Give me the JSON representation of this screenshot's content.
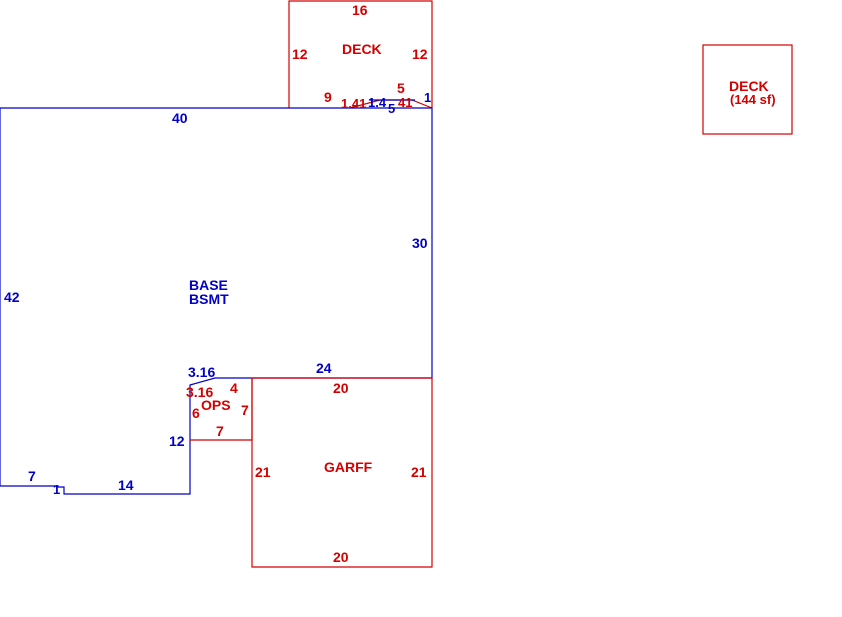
{
  "areas": {
    "basement": {
      "line1": "BASE",
      "line2": "BSMT"
    },
    "deck_top": {
      "name": "DECK"
    },
    "deck_side": {
      "name": "DECK",
      "area": "(144 sf)"
    },
    "ops": {
      "name": "OPS"
    },
    "garage": {
      "name": "GARFF"
    }
  },
  "dims": {
    "deck_top": "16",
    "deck_left": "12",
    "deck_right": "12",
    "deck_9": "9",
    "deck_5": "5",
    "deck_cluster": "1.41",
    "deck_cluster2": "1.4",
    "deck_cluster3": "5",
    "deck_cluster4": "41",
    "deck_1": "1",
    "base_top": "40",
    "base_right": "30",
    "base_left": "42",
    "base_bottom_right": "24",
    "base_316": "3.16",
    "base_12": "12",
    "base_7": "7",
    "base_1": "1",
    "base_14": "14",
    "ops_316": "3.16",
    "ops_4": "4",
    "ops_6": "6",
    "ops_7_right": "7",
    "ops_7_bottom": "7",
    "garage_top": "20",
    "garage_left": "21",
    "garage_right": "21",
    "garage_bottom": "20"
  },
  "colors": {
    "basement": "#0000c8",
    "addition": "#d40000"
  }
}
